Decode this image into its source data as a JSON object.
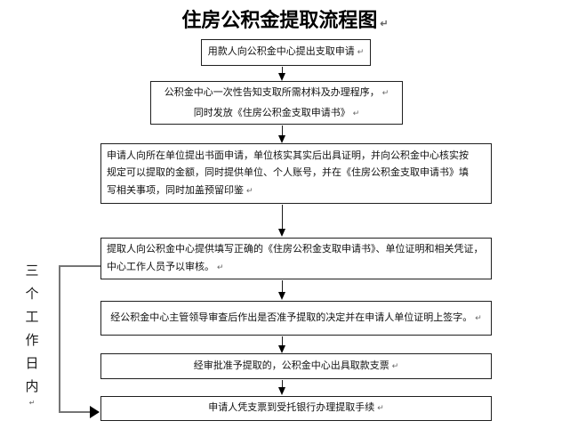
{
  "title": {
    "text": "住房公积金提取流程图"
  },
  "marks": {
    "return": "↵"
  },
  "duration_label": {
    "text": "三个工作日内",
    "chars": [
      "三",
      "个",
      "工",
      "作",
      "日",
      "内"
    ]
  },
  "boxes": [
    {
      "name": "submit-request",
      "lines": [
        "用款人向公积金中心提出支取申请"
      ]
    },
    {
      "name": "center-notify",
      "lines": [
        "公积金中心一次性告知支取所需材料及办理程序，",
        "同时发放《住房公积金支取申请书》"
      ]
    },
    {
      "name": "unit-written-application",
      "lines": [
        "申请人向所在单位提出书面申请，单位核实其实后出具证明，并向公积金中心核实按",
        "规定可以提取的金额，同时提供单位、个人账号，并在《住房公积金支取申请书》填",
        "写相关事项，同时加盖预留印鉴"
      ]
    },
    {
      "name": "center-review",
      "lines": [
        "提取人向公积金中心提供填写正确的《住房公积金支取申请书》、单位证明和相关凭证，",
        "中心工作人员予以审核。"
      ]
    },
    {
      "name": "leader-approval",
      "lines": [
        "经公积金中心主管领导审查后作出是否准予提取的决定并在申请人单位证明上签字。"
      ]
    },
    {
      "name": "issue-check",
      "lines": [
        "经审批准予提取的，公积金中心出具取款支票"
      ]
    },
    {
      "name": "bank-withdrawal",
      "lines": [
        "申请人凭支票到受托银行办理提取手续"
      ]
    }
  ],
  "colors": {
    "background": "#ffffff",
    "box_border": "#1f1f1f",
    "text": "#111111",
    "arrow": "#000000",
    "connector": "#757575",
    "return_mark": "#666666"
  }
}
